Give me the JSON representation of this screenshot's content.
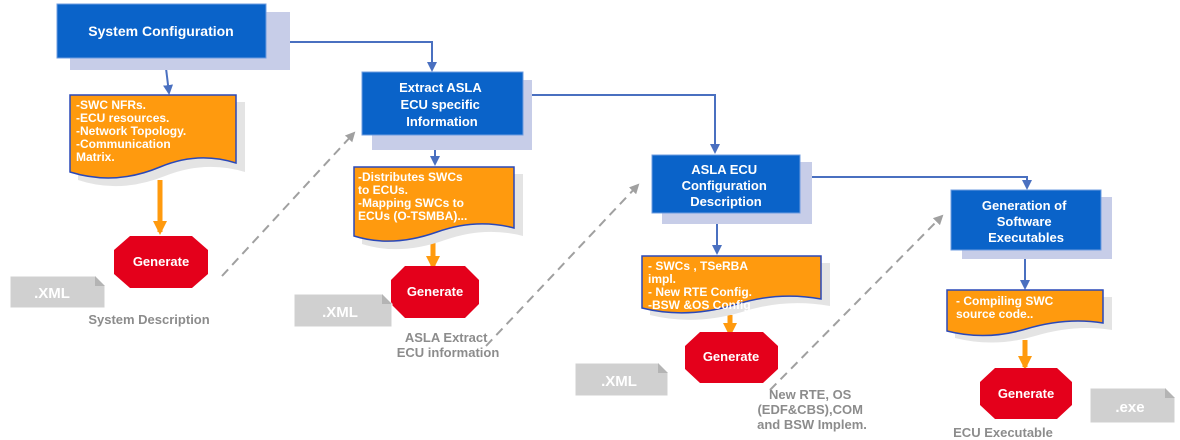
{
  "colors": {
    "step_box": "#0a63c9",
    "step_shadow": "#c7cde8",
    "doc_fill": "#ff9a0e",
    "doc_border": "#2a48b8",
    "arrow_blue": "#4a70c0",
    "arrow_orange": "#ff9a0e",
    "generate_fill": "#e4001b",
    "file_fill": "#d0d0d0",
    "caption": "#8c8c8c",
    "dashed": "#a0a0a0"
  },
  "steps": [
    {
      "lines": [
        "System Configuration"
      ]
    },
    {
      "lines": [
        "Extract ASLA",
        "ECU  specific",
        "Information"
      ]
    },
    {
      "lines": [
        "ASLA ECU",
        "Configuration",
        "Description"
      ]
    },
    {
      "lines": [
        "Generation of",
        "Software",
        "Executables"
      ]
    }
  ],
  "documents": [
    {
      "lines": [
        "-SWC NFRs.",
        "-ECU resources.",
        "-Network Topology.",
        "-Communication",
        "Matrix."
      ]
    },
    {
      "lines": [
        "-Distributes SWCs",
        "to ECUs.",
        "-Mapping SWCs to",
        "ECUs (O-TSMBA)..."
      ]
    },
    {
      "lines": [
        "- SWCs , TSeRBA",
        "impl.",
        "-  New  RTE Config.",
        "-BSW &OS  Config"
      ]
    },
    {
      "lines": [
        "- Compiling SWC",
        "source code.."
      ]
    }
  ],
  "generate_label": "Generate",
  "files": [
    {
      "label": ".XML"
    },
    {
      "label": ".XML"
    },
    {
      "label": ".XML"
    },
    {
      "label": ".exe"
    }
  ],
  "captions": [
    {
      "lines": [
        "System Description"
      ]
    },
    {
      "lines": [
        "ASLA Extract",
        "ECU information"
      ]
    },
    {
      "lines": [
        "New RTE, OS",
        "(EDF&CBS),COM",
        "and BSW Implem."
      ]
    },
    {
      "lines": [
        "ECU Executable"
      ]
    }
  ]
}
